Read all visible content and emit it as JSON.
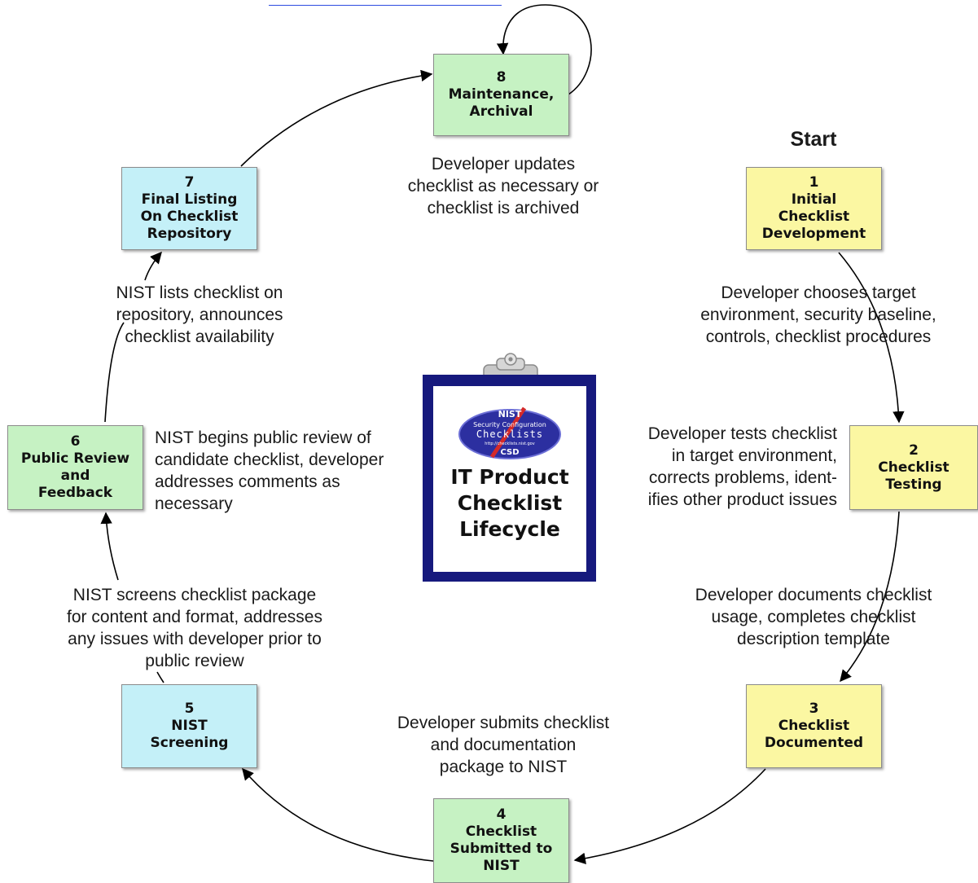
{
  "header": {
    "prefix_text": "",
    "link_text": ""
  },
  "start_label": "Start",
  "center": {
    "title": "IT Product\nChecklist\nLifecycle"
  },
  "logo": {
    "top": "NIST",
    "line1": "Security Configuration",
    "line2": "Checklists",
    "url": "http://checklists.nist.gov",
    "bottom": "CSD"
  },
  "steps": [
    {
      "num": "1",
      "label": "Initial\nChecklist\nDevelopment",
      "color": "#fbf7a2"
    },
    {
      "num": "2",
      "label": "Checklist\nTesting",
      "color": "#fbf7a2"
    },
    {
      "num": "3",
      "label": "Checklist\nDocumented",
      "color": "#fbf7a2"
    },
    {
      "num": "4",
      "label": "Checklist\nSubmitted to\nNIST",
      "color": "#c6f2c3"
    },
    {
      "num": "5",
      "label": "NIST\nScreening",
      "color": "#c4f0f8"
    },
    {
      "num": "6",
      "label": "Public Review\nand\nFeedback",
      "color": "#c6f2c3"
    },
    {
      "num": "7",
      "label": "Final Listing\nOn Checklist\nRepository",
      "color": "#c4f0f8"
    },
    {
      "num": "8",
      "label": "Maintenance,\nArchival",
      "color": "#c6f2c3"
    }
  ],
  "descriptions": {
    "d8": "Developer updates\nchecklist as necessary or\nchecklist is archived",
    "d1": "Developer chooses target\nenvironment, security baseline,\ncontrols, checklist procedures",
    "d2": "Developer tests checklist\nin target environment,\ncorrects problems, ident-\nifies other product issues",
    "d3": "Developer documents checklist\nusage, completes checklist\ndescription template",
    "d4": "Developer submits checklist\nand documentation\npackage to NIST",
    "d5": "NIST screens checklist package\nfor content and format, addresses\nany issues with developer prior to\npublic review",
    "d6": "NIST begins public review of\ncandidate checklist, developer\naddresses comments as\nnecessary",
    "d7": "NIST lists checklist on\nrepository, announces\nchecklist availability"
  }
}
